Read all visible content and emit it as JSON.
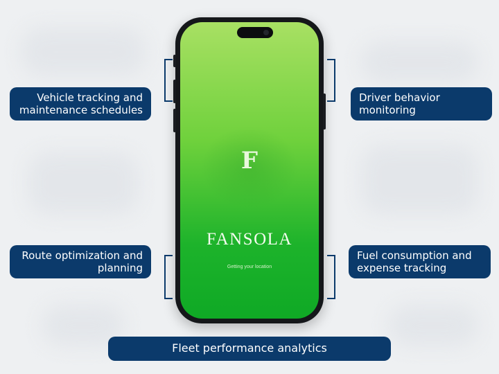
{
  "app": {
    "logo_letter": "F",
    "brand_name": "FANSOLA",
    "status_text": "Getting your location"
  },
  "features": {
    "top_left": "Vehicle tracking and maintenance schedules",
    "top_right": "Driver behavior monitoring",
    "mid_left": "Route optimization and planning",
    "mid_right": "Fuel consumption and expense tracking",
    "bottom": "Fleet performance analytics"
  },
  "colors": {
    "pill_background": "#0b3a6b",
    "screen_top": "#a8e063",
    "screen_bottom": "#0fa925",
    "page_background": "#eef0f2"
  }
}
